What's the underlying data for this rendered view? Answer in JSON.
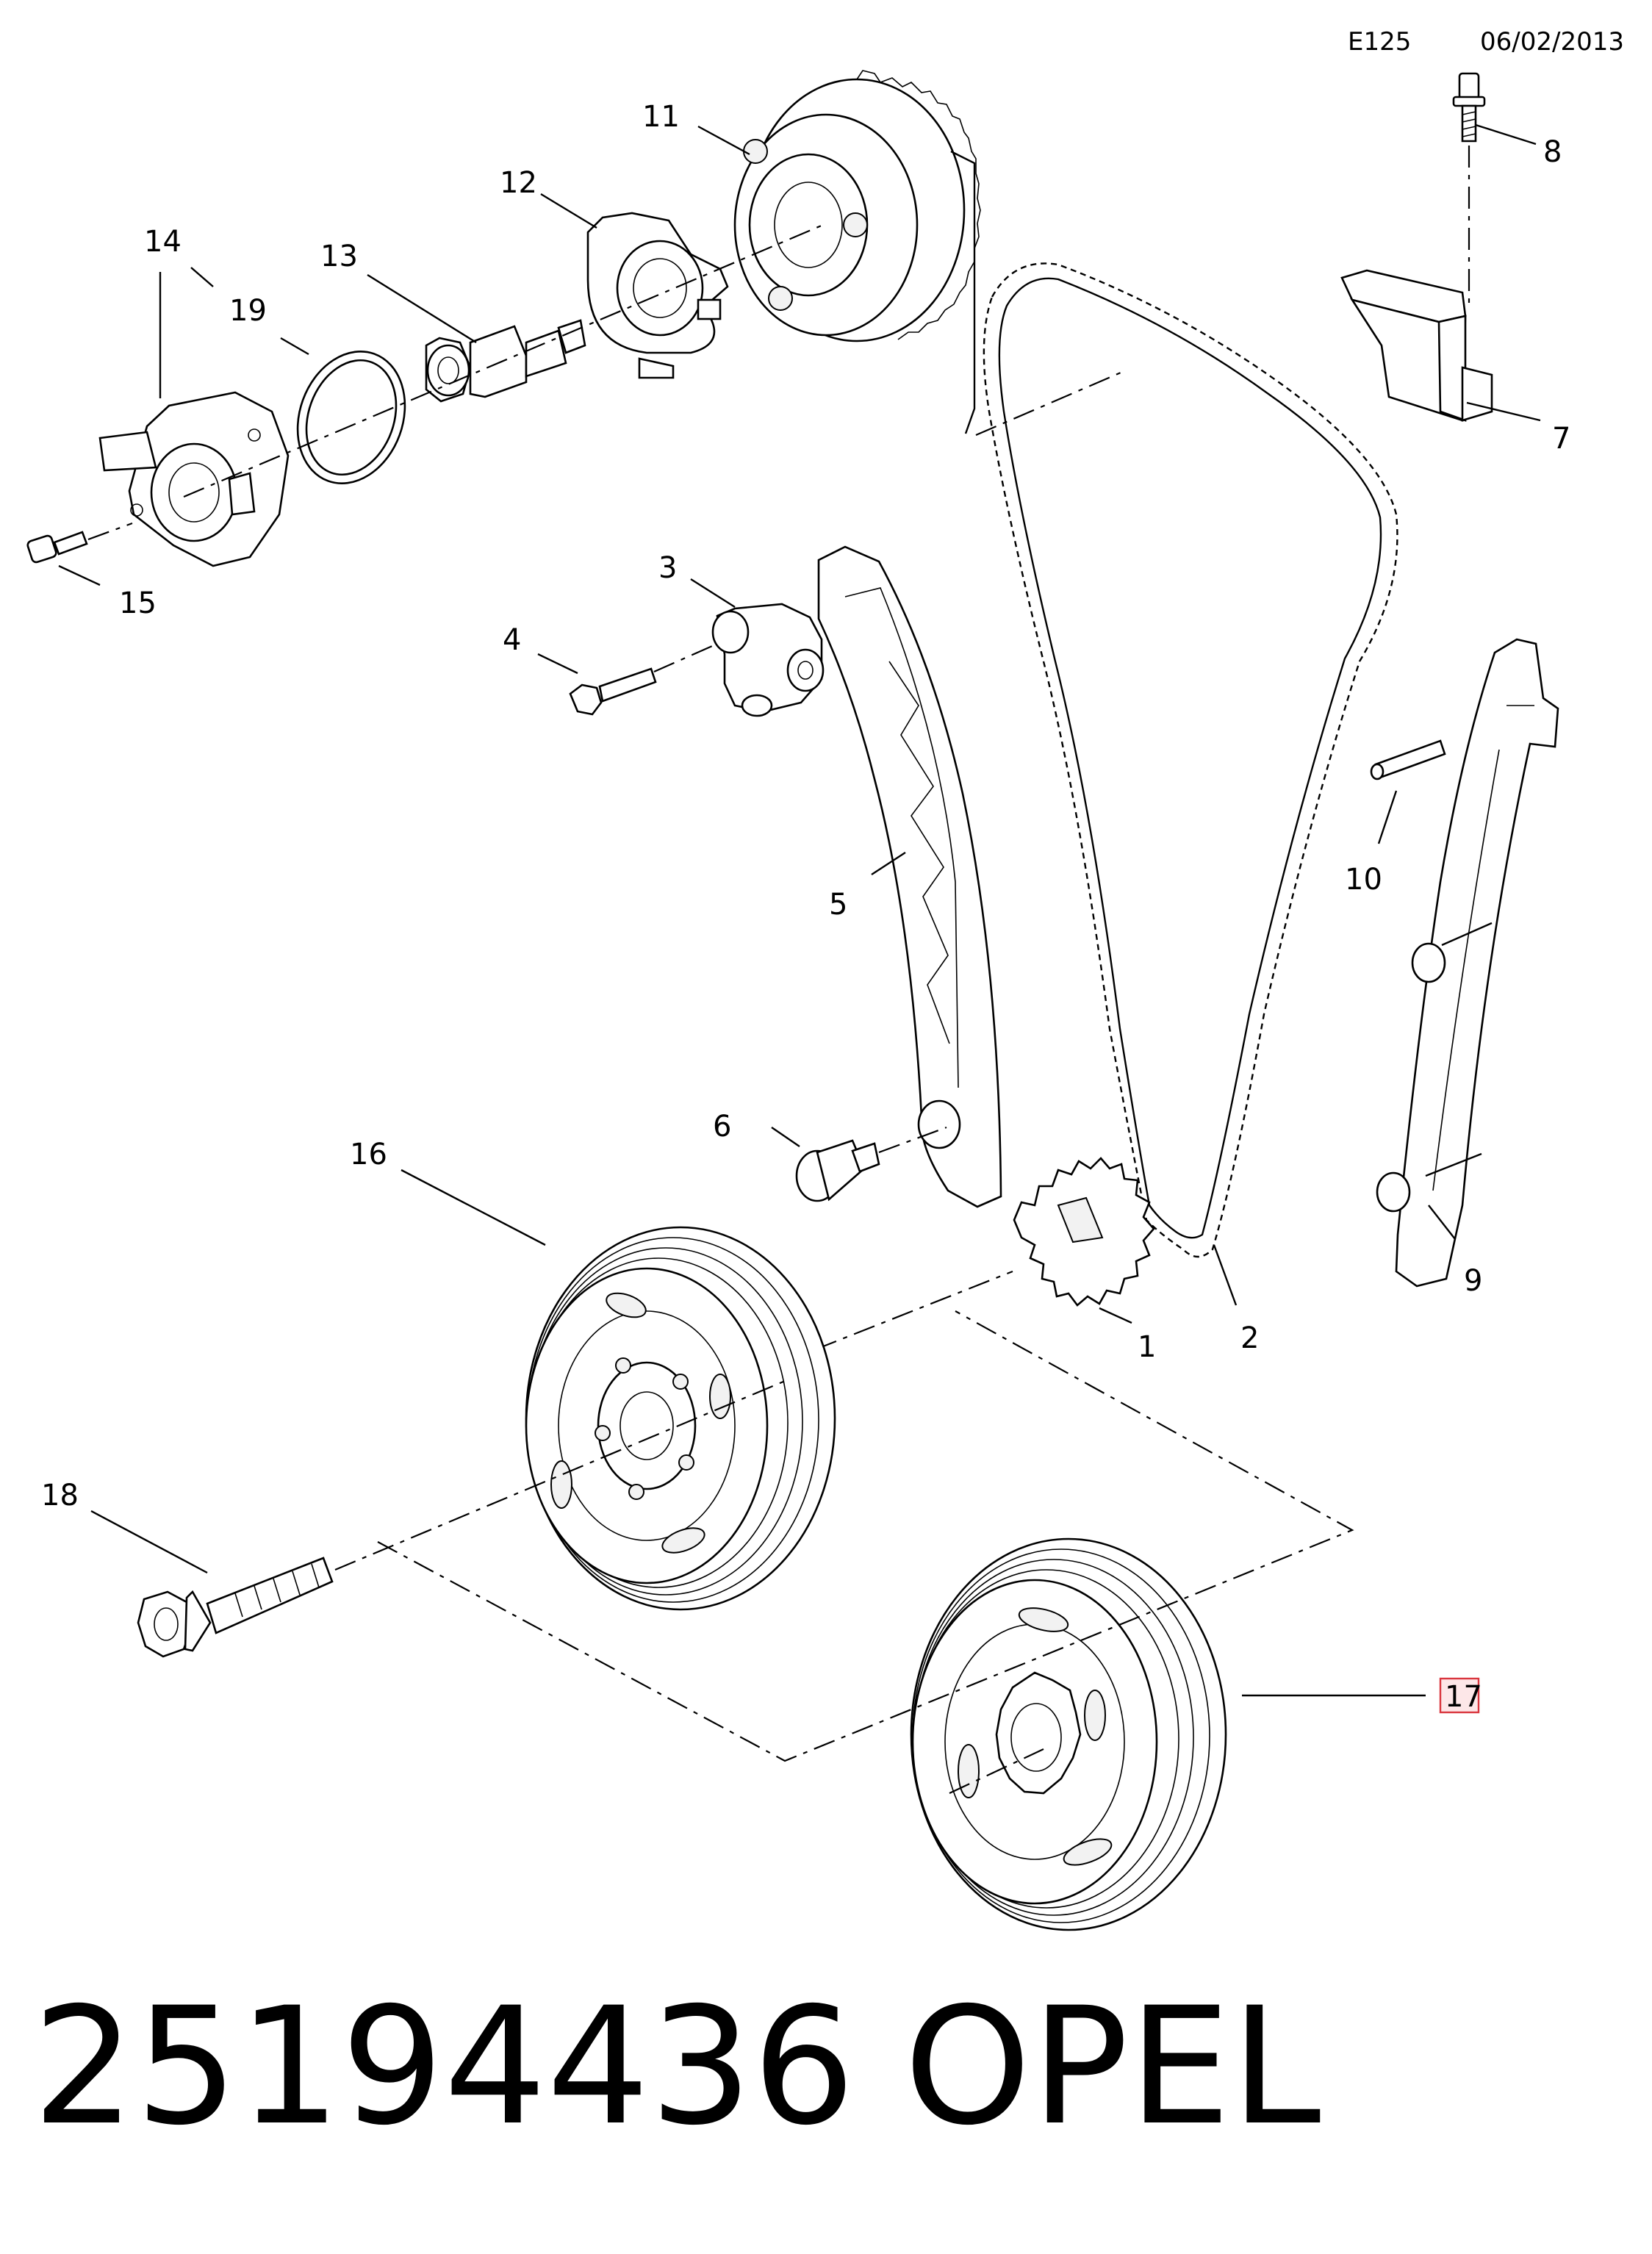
{
  "header": {
    "code": "E125",
    "date": "06/02/2013"
  },
  "callouts": {
    "c1": "1",
    "c2": "2",
    "c3": "3",
    "c4": "4",
    "c5": "5",
    "c6": "6",
    "c7": "7",
    "c8": "8",
    "c9": "9",
    "c10": "10",
    "c11": "11",
    "c12": "12",
    "c13": "13",
    "c14": "14",
    "c15": "15",
    "c16": "16",
    "c17": "17",
    "c18": "18",
    "c19": "19"
  },
  "highlighted_callout": "17",
  "highlight_color": "#d9363e",
  "footer": {
    "part_number": "25194436",
    "brand": "OPEL"
  }
}
